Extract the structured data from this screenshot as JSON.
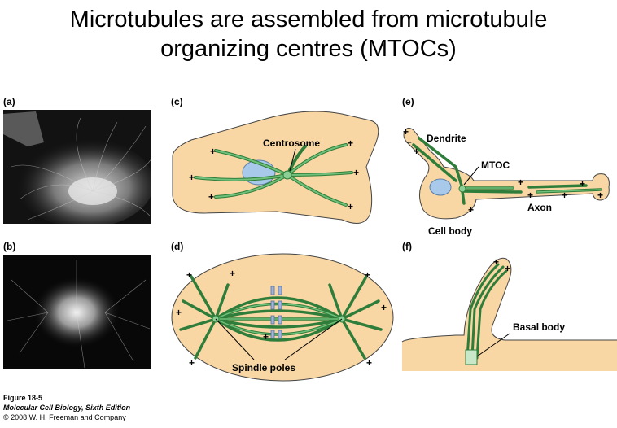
{
  "title_line1": "Microtubules are assembled from microtubule",
  "title_line2": "organizing centres (MTOCs)",
  "panels": {
    "a": "(a)",
    "b": "(b)",
    "c": "(c)",
    "d": "(d)",
    "e": "(e)",
    "f": "(f)"
  },
  "labels": {
    "centrosome": "Centrosome",
    "dendrite": "Dendrite",
    "mtoc": "MTOC",
    "axon": "Axon",
    "cell_body": "Cell body",
    "spindle_poles": "Spindle poles",
    "basal_body": "Basal body",
    "plus": "+",
    "minus": "–"
  },
  "caption": {
    "figure": "Figure 18-5",
    "book": "Molecular Cell Biology, Sixth Edition",
    "copyright": "© 2008 W. H. Freeman and Company"
  },
  "colors": {
    "cell_fill": "#f8d7a4",
    "microtubule": "#3f9a4a",
    "nucleus": "#a9c9ea"
  }
}
